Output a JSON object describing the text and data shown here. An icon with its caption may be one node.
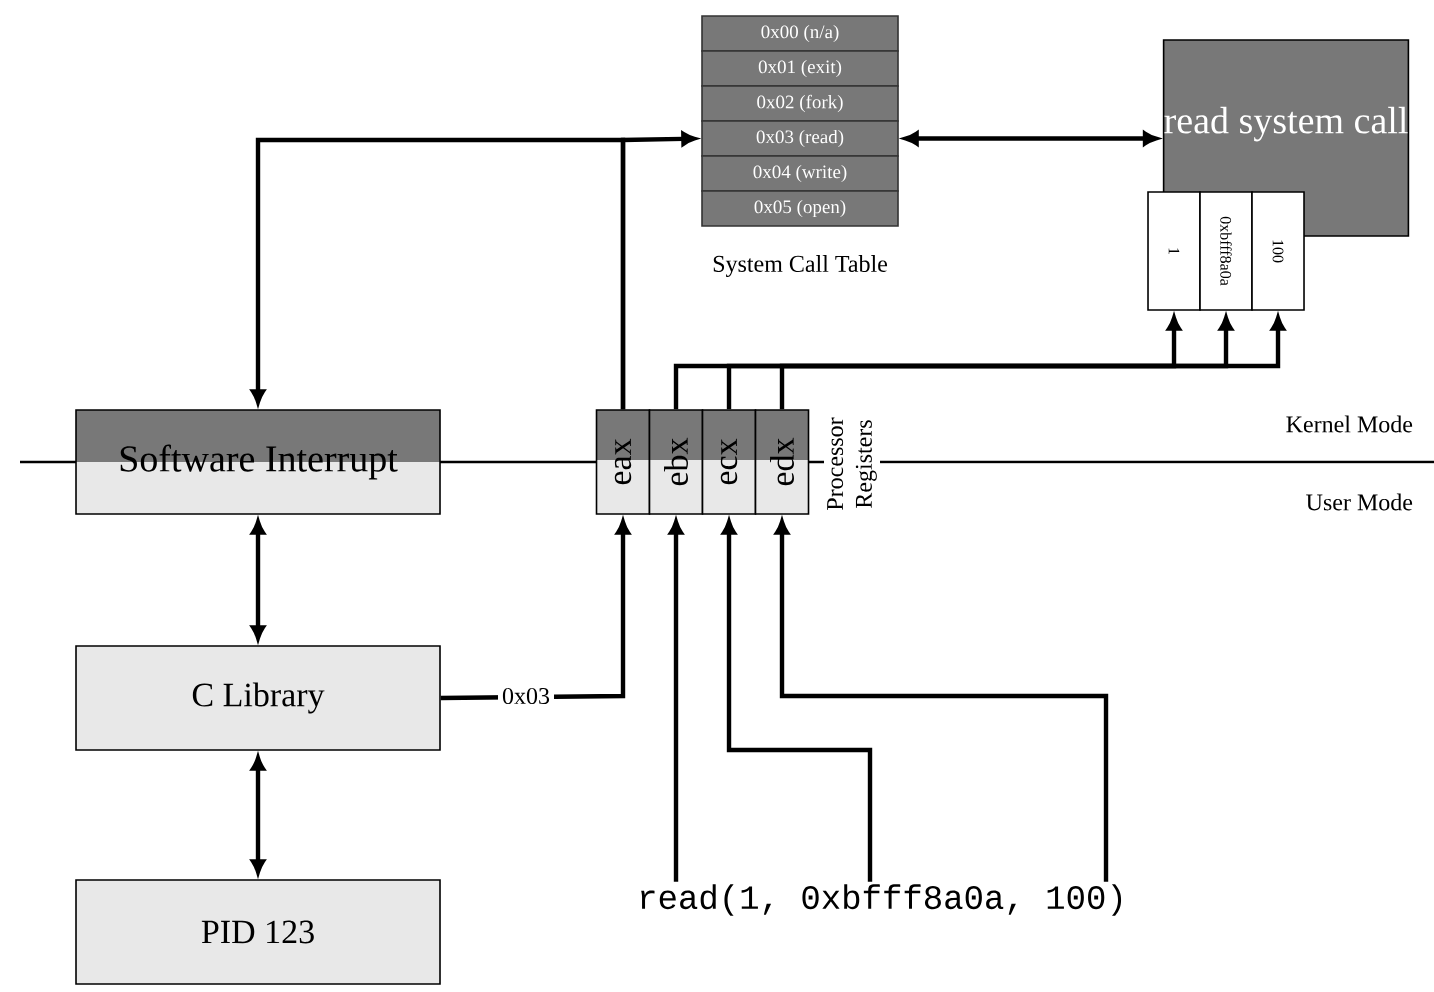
{
  "diagram": {
    "nodes": [
      {
        "text": [
          "Software Interrupt"
        ]
      },
      {
        "text": [
          "C Library"
        ]
      },
      {
        "text": [
          "PID 123"
        ]
      },
      {
        "text": [
          "0x00 (n/a)"
        ]
      },
      {
        "text": [
          "0x01 (exit)"
        ]
      },
      {
        "text": [
          "0x02 (fork)"
        ]
      },
      {
        "text": [
          "0x03 (read)"
        ]
      },
      {
        "text": [
          "0x04 (write)"
        ]
      },
      {
        "text": [
          "0x05 (open)"
        ]
      },
      {
        "text": [
          "read system call"
        ]
      },
      {
        "text": [
          "1"
        ]
      },
      {
        "text": [
          "0xbfff8a0a"
        ]
      },
      {
        "text": [
          "100"
        ]
      },
      {
        "text": [
          "eax"
        ]
      },
      {
        "text": [
          "ebx"
        ]
      },
      {
        "text": [
          "ecx"
        ]
      },
      {
        "text": [
          "edx"
        ]
      },
      {
        "text": [
          "read(1, 0xbfff8a0a, 100)"
        ]
      }
    ],
    "edges": [
      {
        "from": 13,
        "to": 0,
        "arrow": "to"
      },
      {
        "from": 13,
        "to": 6,
        "arrow": "to"
      },
      {
        "from": 6,
        "to": 9,
        "arrow": "both"
      },
      {
        "from": 0,
        "to": 1,
        "arrow": "both"
      },
      {
        "from": 1,
        "to": 2,
        "arrow": "both"
      },
      {
        "from": 1,
        "to": 13,
        "arrow": "to",
        "label": "0x03"
      },
      {
        "from": 17,
        "to": 14,
        "arrow": "to"
      },
      {
        "from": 17,
        "to": 15,
        "arrow": "to"
      },
      {
        "from": 17,
        "to": 16,
        "arrow": "to"
      },
      {
        "from": 14,
        "to": 10,
        "arrow": "to"
      },
      {
        "from": 15,
        "to": 11,
        "arrow": "to"
      },
      {
        "from": 16,
        "to": 12,
        "arrow": "to"
      }
    ],
    "labels": [
      "System Call Table",
      "Processor Registers",
      "Kernel Mode",
      "User Mode"
    ]
  }
}
